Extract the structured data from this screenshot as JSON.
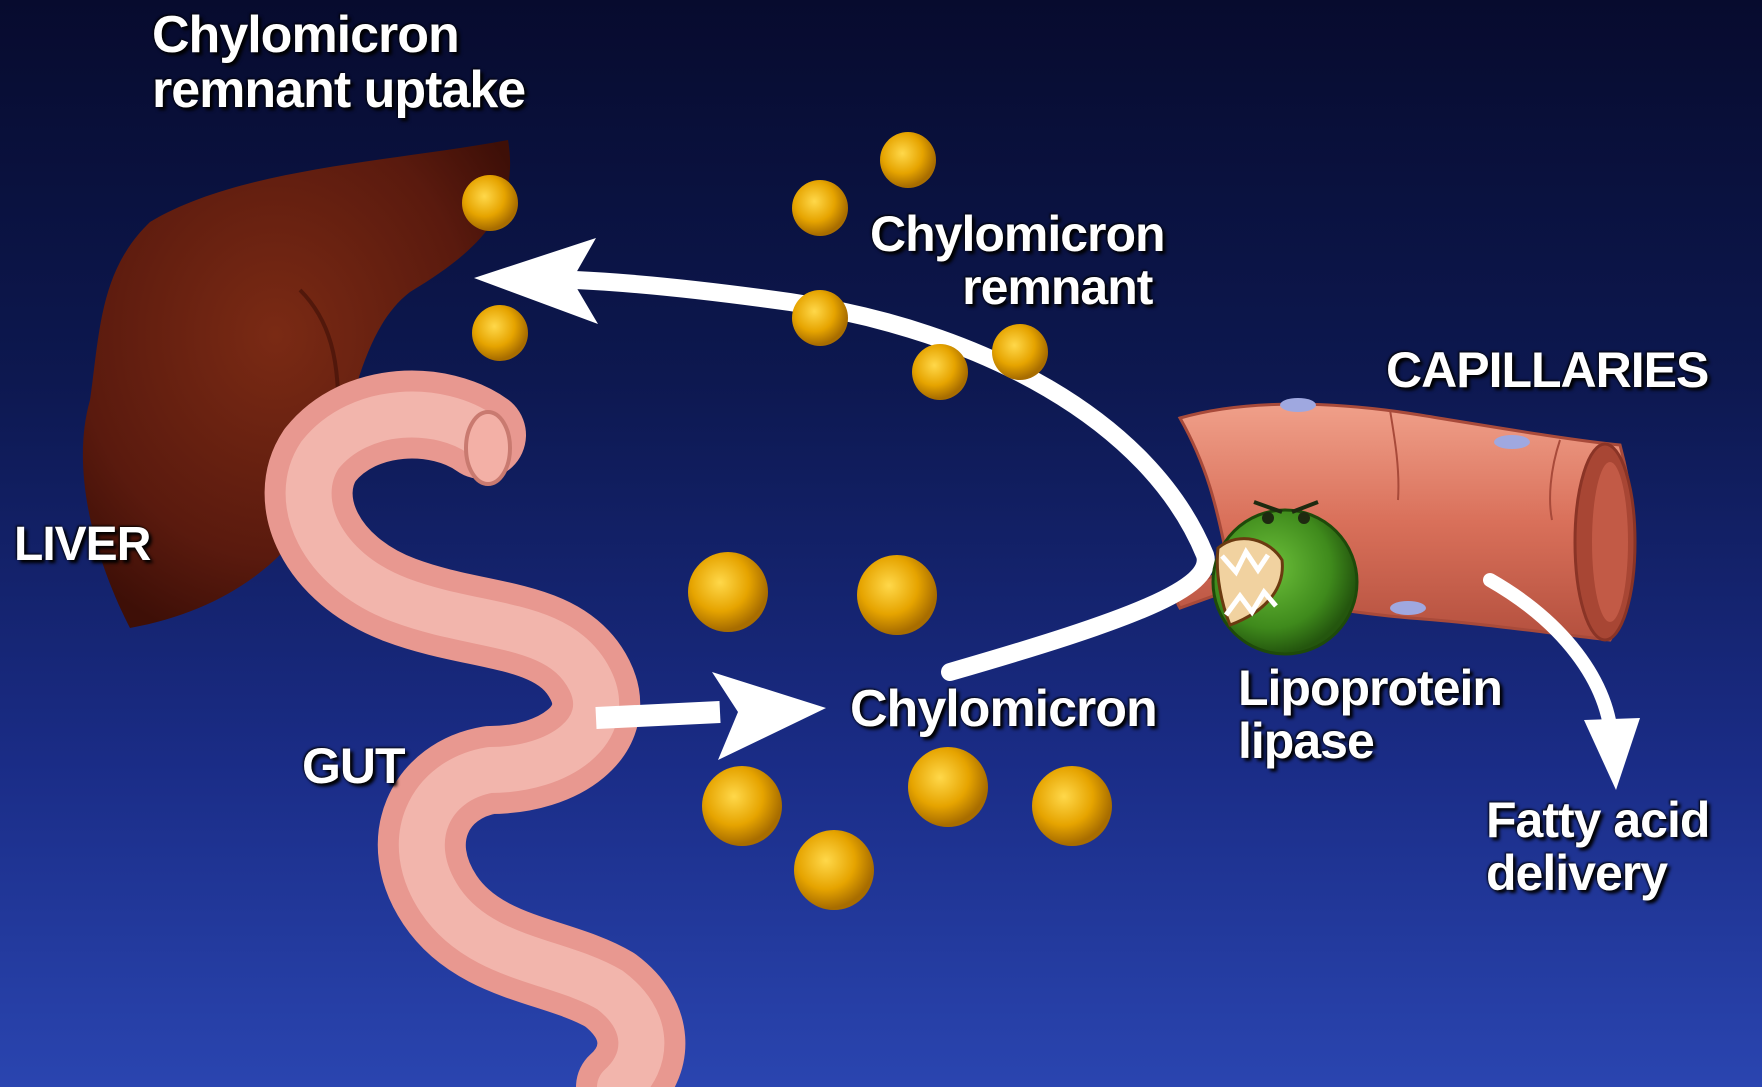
{
  "colors": {
    "liver": "#5a1a0e",
    "gut": "#f0a8a0",
    "capillary": "#d9705a",
    "particle": "#e6a400",
    "lipase": "#3f8a1c",
    "arrow": "#ffffff"
  },
  "labels": {
    "remnant_uptake_line1": "Chylomicron",
    "remnant_uptake_line2": "remnant  uptake",
    "remnant_line1": "Chylomicron",
    "remnant_line2": "remnant",
    "capillaries": "CAPILLARIES",
    "liver": "LIVER",
    "gut": "GUT",
    "chylomicron": "Chylomicron",
    "lipase_line1": "Lipoprotein",
    "lipase_line2": "lipase",
    "fatty_line1": "Fatty  acid",
    "fatty_line2": "delivery"
  },
  "icons": {
    "liver": "liver-icon",
    "gut": "gut-icon",
    "capillary": "capillary-icon",
    "lipase": "lipase-enzyme-icon",
    "particle": "chylomicron-particle-icon"
  }
}
